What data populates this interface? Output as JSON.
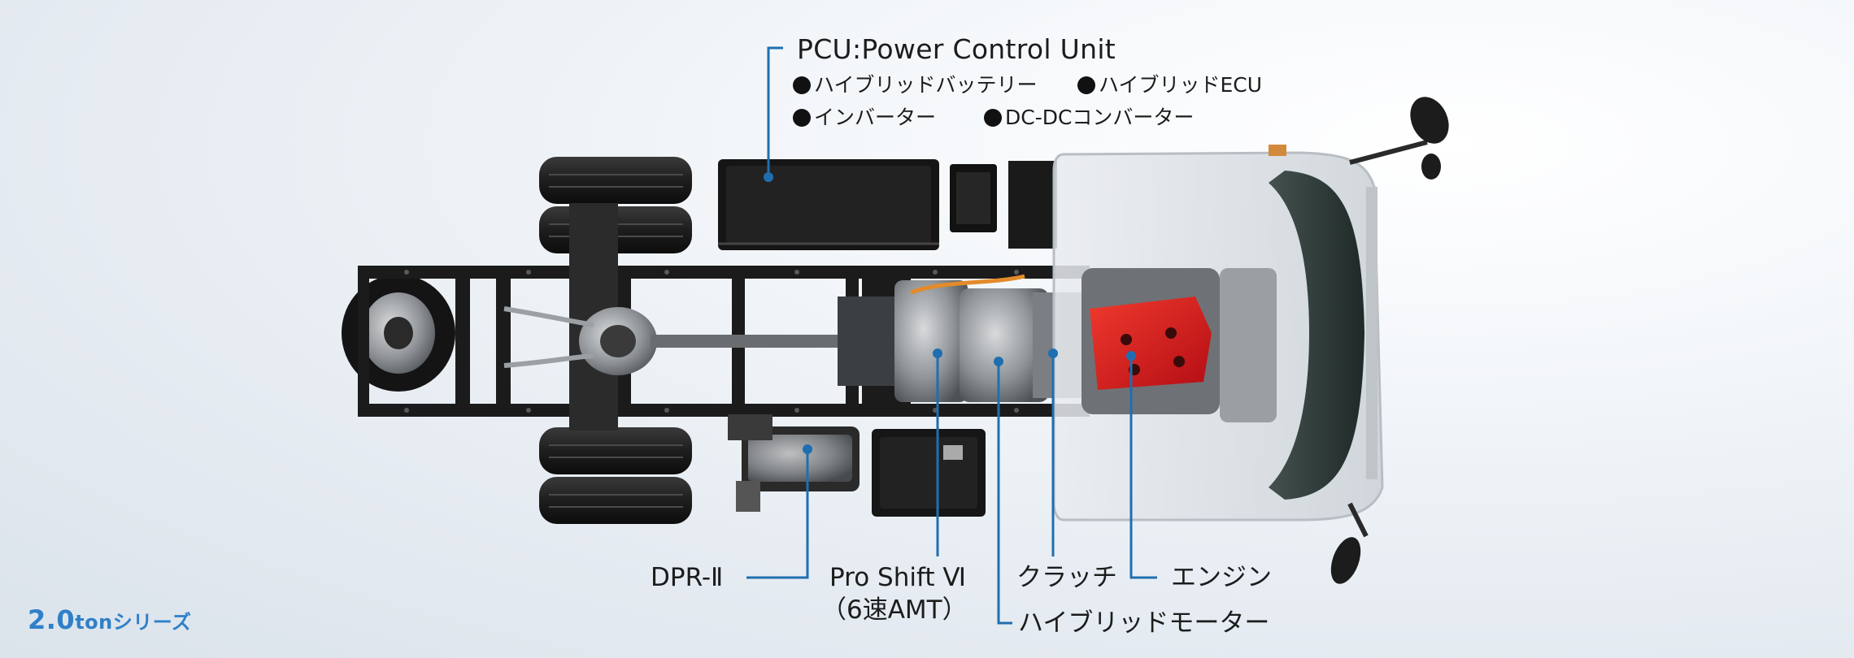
{
  "series": {
    "size": "2.0",
    "unit": "tonシリーズ"
  },
  "pcu": {
    "title": "PCU:Power Control Unit",
    "components": [
      "ハイブリッドバッテリー",
      "ハイブリッドECU",
      "インバーター",
      "DC-DCコンバーター"
    ]
  },
  "parts": {
    "dpr": "DPR-Ⅱ",
    "proshift": "Pro Shift Ⅵ",
    "proshift_sub": "（6速AMT）",
    "clutch": "クラッチ",
    "engine": "エンジン",
    "motor": "ハイブリッドモーター"
  },
  "colors": {
    "leader": "#1f6fb0",
    "accent": "#2f80c8",
    "engine_cover": "#d8141b"
  }
}
